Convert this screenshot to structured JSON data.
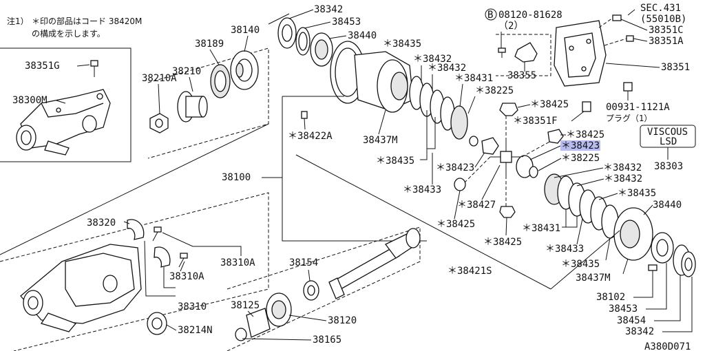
{
  "note": {
    "prefix": "注1）",
    "line1": "＊印の部品はコード 38420M",
    "line2": "の構成を示します。"
  },
  "parts": {
    "p38342_top": "38342",
    "p38453_top": "38453",
    "p38440_top": "38440",
    "p38140": "38140",
    "p38189": "38189",
    "p38210": "38210",
    "p38210A": "38210A",
    "p38351G": "38351G",
    "p38300M": "38300M",
    "p38435_top": "＊38435",
    "p38432_a": "＊38432",
    "p38432_b": "＊38432",
    "p38431_top": "＊38431",
    "p38225_top": "＊38225",
    "p38425_a": "＊38425",
    "p38351F": "＊38351F",
    "p38425_b": "＊38425",
    "p38423_hl": "＊38423",
    "p38225_b": "＊38225",
    "p38432_c": "＊38432",
    "p38432_d": "＊38432",
    "p38435_r": "＊38435",
    "p38440_r": "38440",
    "p38422A": "＊38422A",
    "p38437M_top": "38437M",
    "p38435_l": "＊38435",
    "p38423_l": "＊38423",
    "p38433_l": "＊38433",
    "p38427": "＊38427",
    "p38425_c": "＊38425",
    "p38425_d": "＊38425",
    "p38431_b": "＊38431",
    "p38433_b": "＊38433",
    "p38435_b": "＊38435",
    "p38437M_b": "38437M",
    "p38100": "38100",
    "p38421S": "＊38421S",
    "p38320": "38320",
    "p38310A_a": "38310A",
    "p38310A_b": "38310A",
    "p38310": "38310",
    "p38214N": "38214N",
    "p38154": "38154",
    "p38125": "38125",
    "p38120": "38120",
    "p38165": "38165",
    "p38102": "38102",
    "p38453_b": "38453",
    "p38454": "38454",
    "p38342_b": "38342",
    "bolt_code": "08120-81628",
    "bolt_qty": "（2）",
    "bolt_mark": "B",
    "p38355": "38355",
    "sec_line1": "SEC.431",
    "sec_line2": "(55010B)",
    "p38351C": "38351C",
    "p38351A": "38351A",
    "p38351": "38351",
    "plug_code": "00931-1121A",
    "plug_label": "プラグ（1）",
    "viscous_line1": "VISCOUS",
    "viscous_line2": "LSD",
    "p38303": "38303",
    "figure_code": "A380D071"
  }
}
